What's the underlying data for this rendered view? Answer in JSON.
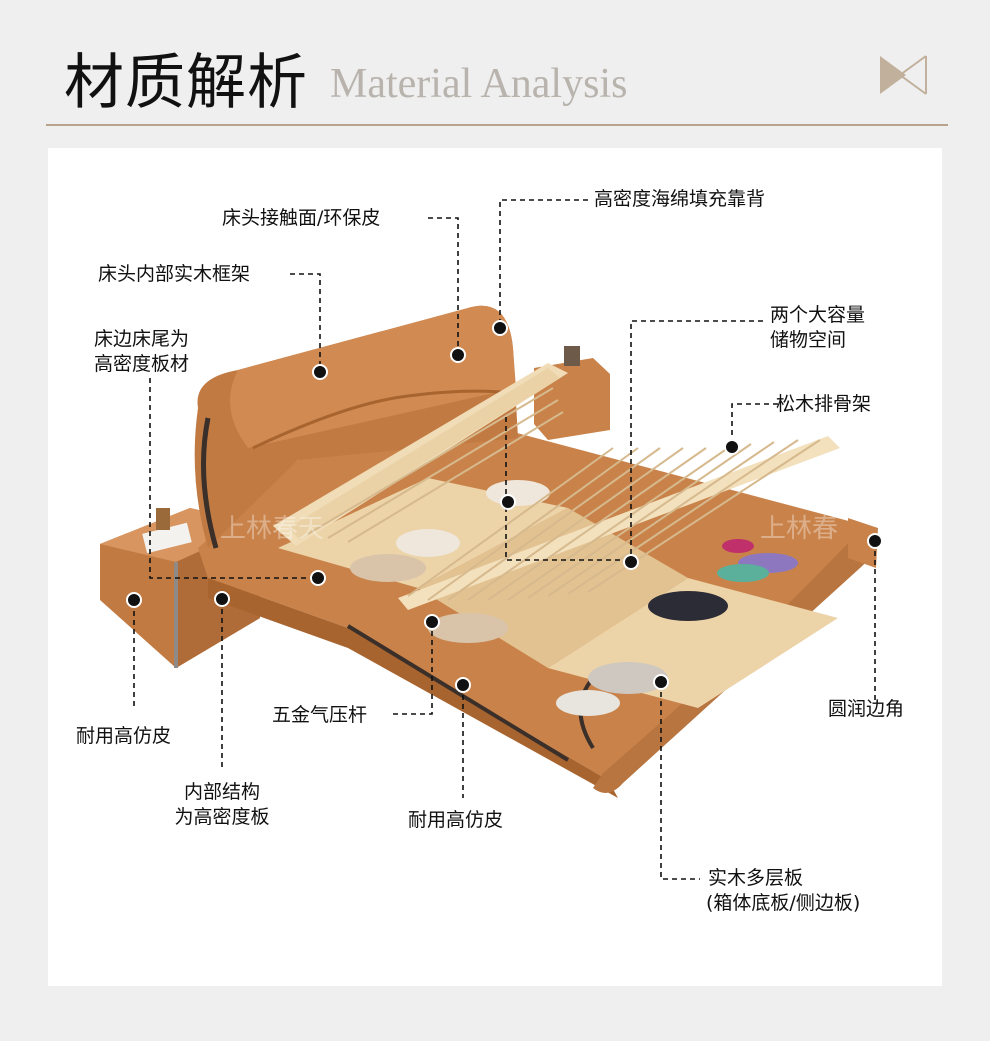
{
  "header": {
    "title_cn": "材质解析",
    "title_en": "Material Analysis",
    "accent_color": "#b8a38c",
    "icon": "bowtie-triangle-icon"
  },
  "labels": {
    "headboard_contact": "床头接触面/环保皮",
    "sponge_backrest": "高密度海绵填充靠背",
    "headboard_frame": "床头内部实木框架",
    "storage_line1": "两个大容量",
    "storage_line2": "储物空间",
    "pine_slats": "松木排骨架",
    "side_board_line1": "床边床尾为",
    "side_board_line2": "高密度板材",
    "round_corner": "圆润边角",
    "gas_strut": "五金气压杆",
    "durable_leather_left": "耐用高仿皮",
    "inner_structure_line1": "内部结构",
    "inner_structure_line2": "为高密度板",
    "durable_leather_bottom": "耐用高仿皮",
    "plywood_line1": "实木多层板",
    "plywood_line2": "(箱体底板/侧边板)"
  },
  "watermark": {
    "left": "上林春天",
    "right": "上林春"
  },
  "colors": {
    "leather": "#c9834a",
    "leather_dark": "#a8642f",
    "wood": "#ecd3a8",
    "slat": "#f3e0bd",
    "piping": "#3b2f2a"
  }
}
